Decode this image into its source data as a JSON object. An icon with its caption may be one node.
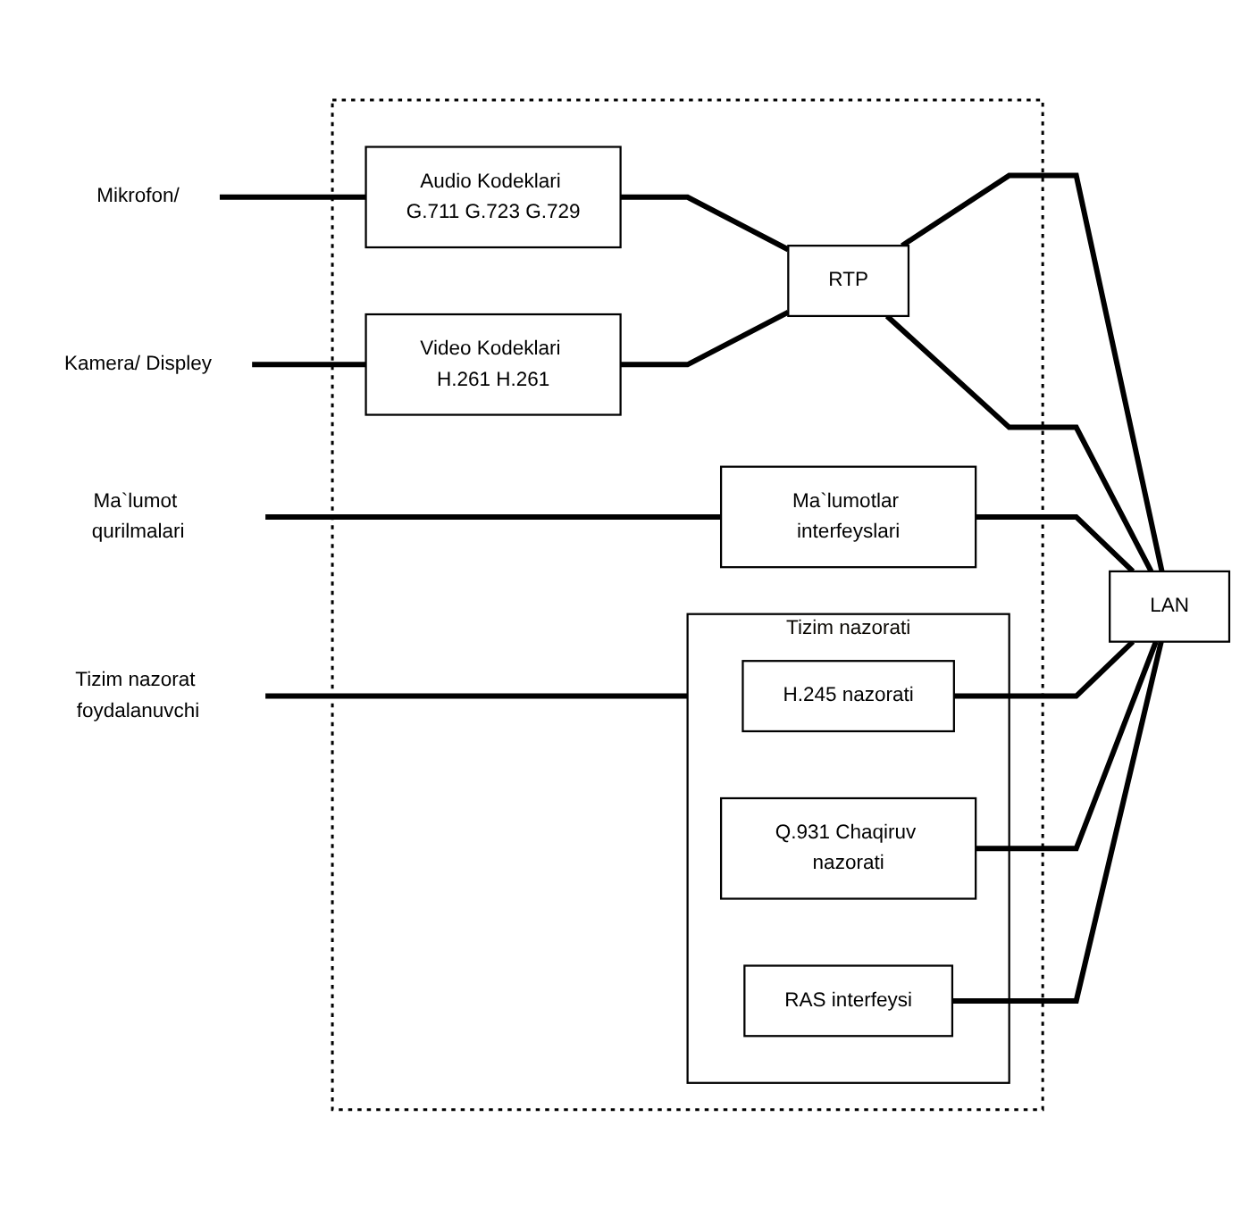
{
  "diagram": {
    "nodes": [
      {
        "text": [
          "Mikrofon/"
        ]
      },
      {
        "text": [],
        "shape": "box"
      },
      {
        "text": [
          "Audio Kodeklari G.711 G.723 G.729"
        ],
        "in": 1
      },
      {
        "text": [
          "RTP"
        ],
        "in": 1
      },
      {
        "text": [
          "LAN"
        ]
      },
      {
        "text": [
          "Kamera/ Displey"
        ]
      },
      {
        "text": [
          "Video Kodeklari H.261 H.261"
        ],
        "in": 1
      },
      {
        "text": [
          "Ma`lumot qurilmalari"
        ]
      },
      {
        "text": [
          "Ma`lumotlar interfeyslari"
        ],
        "in": 1
      },
      {
        "text": [
          "Tizim nazorat foydalanuvchi"
        ]
      },
      {
        "text": [
          "Tizim nazorati"
        ],
        "in": 1
      },
      {
        "text": [
          "H.245 nazorati"
        ],
        "in": 10
      },
      {
        "text": [
          "Q.931 Chaqiruv nazorati"
        ],
        "in": 10
      },
      {
        "text": [
          "RAS interfeysi"
        ],
        "in": 10
      }
    ],
    "edges": [
      {
        "from": 0,
        "to": 2,
        "arrow": "none"
      },
      {
        "from": 2,
        "to": 3,
        "arrow": "none"
      },
      {
        "from": 3,
        "to": 4,
        "arrow": "none"
      },
      {
        "from": 5,
        "to": 6,
        "arrow": "none"
      },
      {
        "from": 6,
        "to": 3,
        "arrow": "none"
      },
      {
        "from": 3,
        "to": 4,
        "arrow": "none"
      },
      {
        "from": 7,
        "to": 8,
        "arrow": "none"
      },
      {
        "from": 8,
        "to": 4,
        "arrow": "none"
      },
      {
        "from": 9,
        "to": 10,
        "arrow": "none"
      },
      {
        "from": 11,
        "to": 4,
        "arrow": "none"
      },
      {
        "from": 12,
        "to": 4,
        "arrow": "none"
      },
      {
        "from": 13,
        "to": 4,
        "arrow": "none"
      }
    ]
  }
}
